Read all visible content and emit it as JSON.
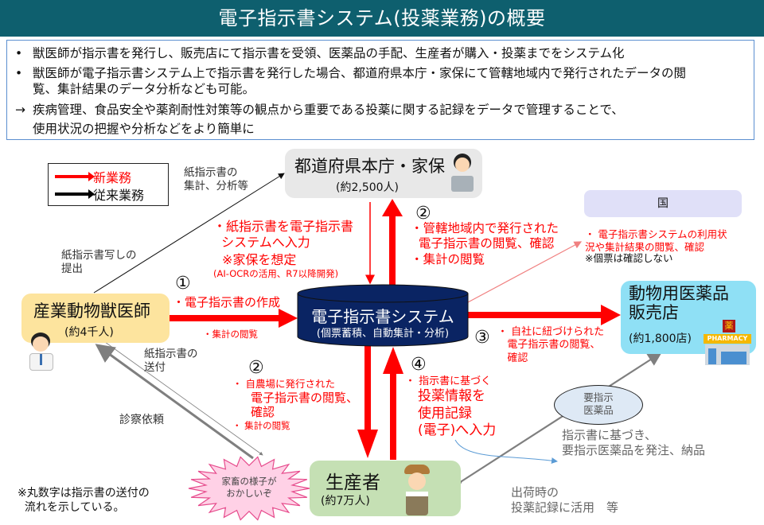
{
  "title": "電子指示書システム(投薬業務)の概要",
  "summary": {
    "lines": [
      {
        "marker": "•",
        "text": "獣医師が指示書を発行し、販売店にて指示書を受領、医薬品の手配、生産者が購入・投薬までをシステム化"
      },
      {
        "marker": "•",
        "text": "獣医師が電子指示書システム上で指示書を発行した場合、都道府県本庁・家保にて管轄地域内で発行されたデータの閲"
      },
      {
        "marker": "",
        "text": "覧、集計結果のデータ分析なども可能。"
      },
      {
        "marker": "→",
        "text": "疾病管理、食品安全や薬剤耐性対策等の観点から重要である投薬に関する記録をデータで管理することで、"
      },
      {
        "marker": "",
        "text": "使用状況の把握や分析などをより簡単に"
      }
    ]
  },
  "legend": {
    "new": {
      "label": "新業務",
      "color": "#ff0000"
    },
    "old": {
      "label": "従来業務",
      "color": "#000000"
    }
  },
  "nodes": {
    "prefecture": {
      "name": "都道府県本庁・家保",
      "count": "(約2,500人)",
      "color": "#e8e8e8"
    },
    "country": {
      "name": "国",
      "color": "#e0e0f8"
    },
    "vet": {
      "name": "産業動物獣医師",
      "count": "(約4千人)",
      "color": "#fde49e"
    },
    "system": {
      "name": "電子指示書システム",
      "sub": "(個票蓄積、自動集計・分析)",
      "color": "#0a2463"
    },
    "store": {
      "name1": "動物用医薬品",
      "name2": "販売店",
      "count": "(約1,800店)",
      "color": "#8fe0f5",
      "sign": "PHARMACY",
      "kanji": "薬"
    },
    "producer": {
      "name": "生産者",
      "count": "(約7万人)",
      "color": "#c5e0b4"
    },
    "burst": {
      "line1": "家畜の様子が",
      "line2": "おかしいぞ",
      "color": "#ffd1e6"
    },
    "drug_ellipse": {
      "line1": "要指示",
      "line2": "医薬品",
      "color": "#dee9f5"
    }
  },
  "labels": {
    "paper_aggregate": [
      "紙指示書の",
      "集計、分析等"
    ],
    "paper_copy": [
      "紙指示書写しの",
      "提出"
    ],
    "paper_send": [
      "紙指示書の",
      "送付"
    ],
    "consult": "診察依頼",
    "paper_input": [
      "・紙指示書を電子指示書",
      "  システムへ入力"
    ],
    "paper_input_note": "※家保を想定",
    "paper_input_note2": "(AI-OCRの活用、R7以降開発)",
    "step1_num": "①",
    "step1_create": "・電子指示書の作成",
    "step1_agg": "・集計の閲覧",
    "step2_top_num": "②",
    "step2_top": [
      "・管轄地域内で発行された",
      "  電子指示書の閲覧、確認",
      "・集計の閲覧"
    ],
    "country_text": [
      "・ 電子指示書システムの利用状",
      "   況や集計結果の閲覧、確認"
    ],
    "country_note": "※個票は確認しない",
    "step3_num": "③",
    "step3": [
      "・ 自社に紐づけられた",
      "   電子指示書の閲覧、",
      "   確認"
    ],
    "step2_bottom_num": "②",
    "step2_bottom": [
      "・ 自農場に発行された",
      "電子指示書の閲覧、",
      "確認",
      "・ 集計の閲覧"
    ],
    "step4_num": "④",
    "step4": [
      "・ 指示書に基づく",
      "投薬情報を",
      "使用記録",
      "(電子)へ入力"
    ],
    "order": [
      "指示書に基づき、",
      "要指示医薬品を発注、納品"
    ],
    "shipping": [
      "出荷時の",
      "投薬記録に活用　等"
    ],
    "footnote": [
      "※丸数字は指示書の送付の",
      "  流れを示している。"
    ]
  }
}
